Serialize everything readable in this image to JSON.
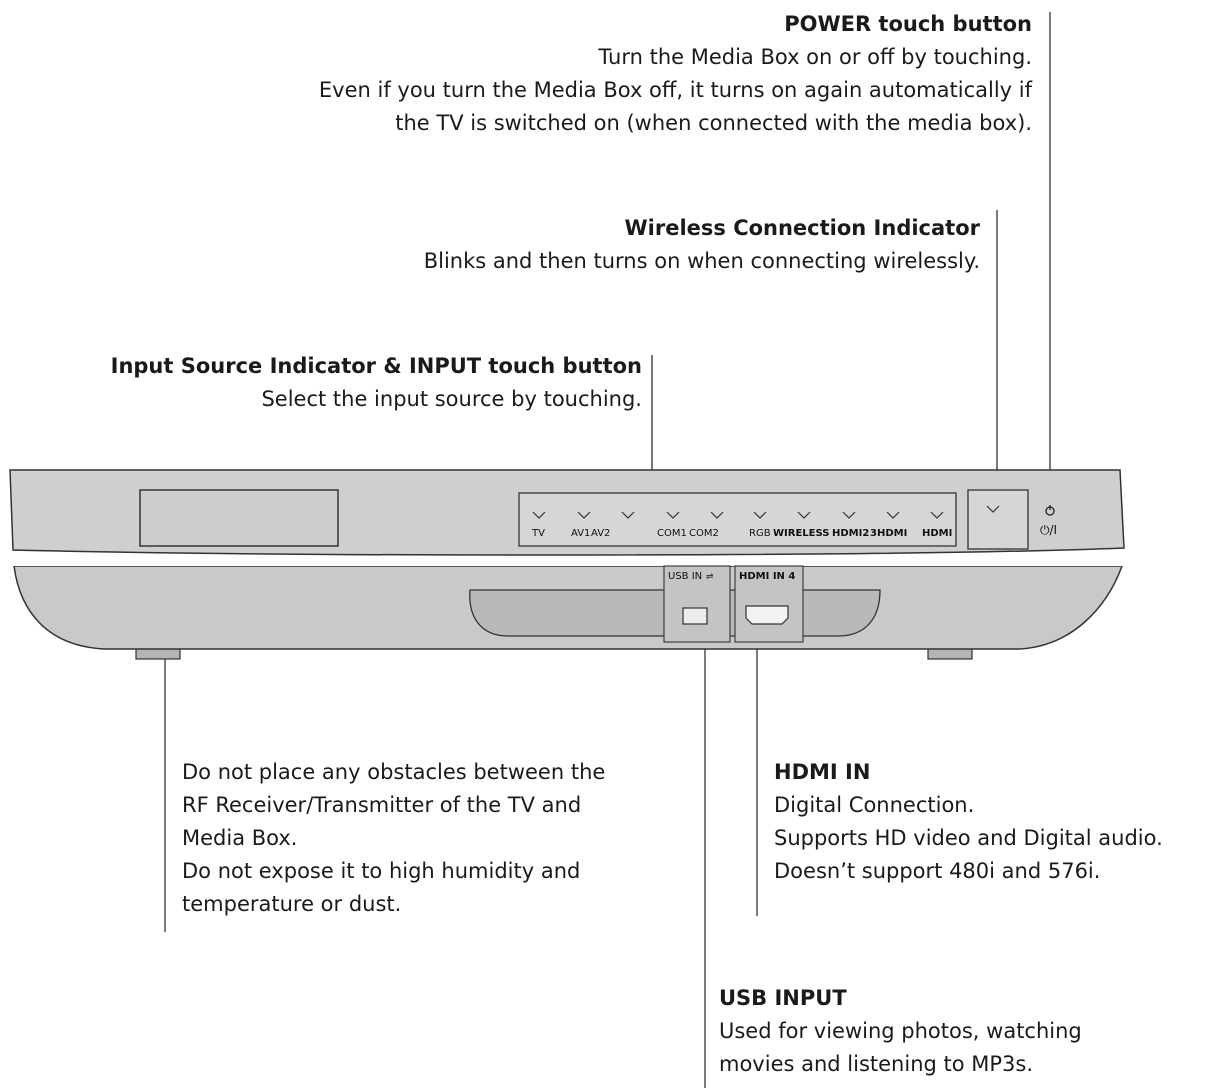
{
  "power": {
    "title": "POWER touch button",
    "lines": [
      "Turn the Media Box on or off by touching.",
      "Even if you turn the Media Box off, it turns on again automatically if",
      "the TV is switched on (when connected with the media box)."
    ]
  },
  "wireless": {
    "title": "Wireless Connection Indicator",
    "lines": [
      "Blinks and then turns on when connecting wirelessly."
    ]
  },
  "input": {
    "title": "Input Source Indicator & INPUT touch button",
    "lines": [
      "Select the input source by touching."
    ]
  },
  "rf": {
    "lines": [
      "Do not place any obstacles between the",
      "RF Receiver/Transmitter of the TV and",
      "Media Box.",
      "Do not expose it to high humidity and",
      "temperature or dust."
    ]
  },
  "hdmi": {
    "title": "HDMI IN",
    "lines": [
      "Digital Connection.",
      "Supports HD video and Digital audio.",
      "Doesn’t support 480i and 576i."
    ]
  },
  "usb": {
    "title": "USB INPUT",
    "lines": [
      "Used for viewing photos, watching",
      "movies and listening to MP3s."
    ]
  },
  "device": {
    "indicators": [
      "TV",
      "AV1",
      "AV2",
      "COM1",
      "COM2",
      "RGB",
      "WIRELESS",
      "HDMI2",
      "3HDMI",
      "HDMI"
    ],
    "usb_port_label": "USB IN",
    "hdmi_port_label": "HDMI IN 4",
    "power_label": "⏻/I"
  }
}
